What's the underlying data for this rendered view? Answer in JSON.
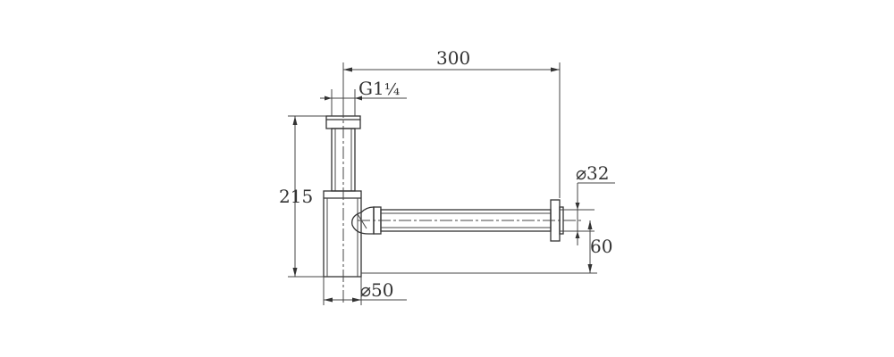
{
  "colors": {
    "line": "#333333",
    "background": "#ffffff"
  },
  "dimensions": {
    "width_total": "300",
    "inlet_thread": "G1",
    "inlet_thread_fraction": "¼",
    "height_total": "215",
    "outlet_diameter": "⌀32",
    "outlet_height": "60",
    "body_diameter": "⌀50"
  }
}
